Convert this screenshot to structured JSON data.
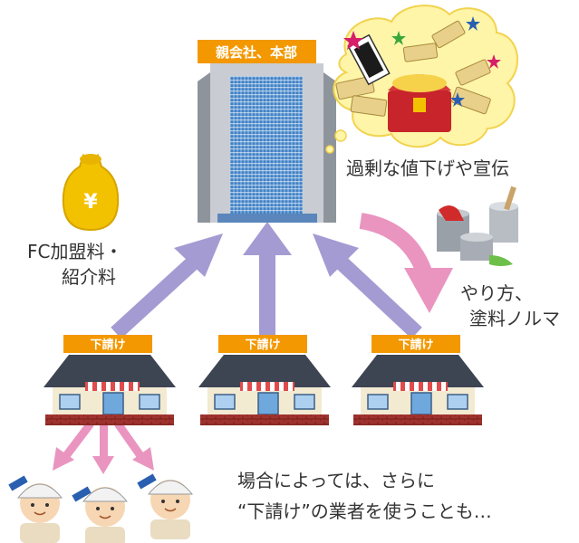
{
  "headquarters": {
    "label": "親会社、本部"
  },
  "subcontractor_label": "下請け",
  "captions": {
    "excessive": "過剰な値下げや宣伝",
    "fc_fee_line1": "FC加盟料・",
    "fc_fee_line2": "紹介料",
    "quota_line1": "やり方、",
    "quota_line2": "塗料ノルマ",
    "further_line1": "場合によっては、さらに",
    "further_line2": "“下請け”の業者を使うことも…"
  },
  "icons": {
    "money_bag": "yen-money-bag-icon",
    "treasure": "treasure-chest-icon",
    "paint": "paint-cans-icon",
    "painter": "painter-worker-icon"
  },
  "colors": {
    "tag_orange": "#f39800",
    "arrow_purple": "#a49bd3",
    "arrow_pink": "#e995c0",
    "building_blue": "#4a86c8",
    "roof_dark": "#3d4452",
    "cloud_yellow": "#fff5a8",
    "bag_gold": "#f2c200"
  }
}
